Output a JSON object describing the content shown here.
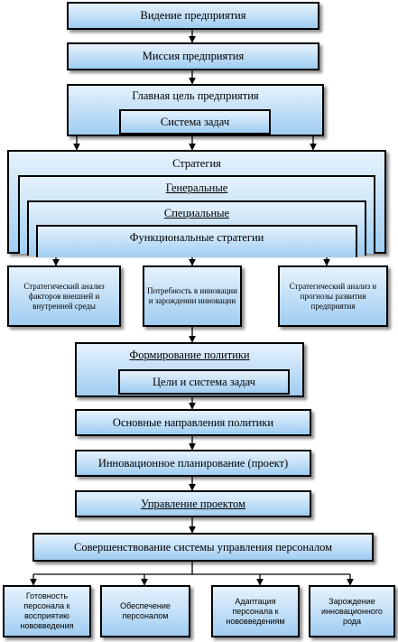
{
  "vision": "Видение предприятия",
  "mission": "Миссия предприятия",
  "main_goal": {
    "title": "Главная цель предприятия",
    "subsystem": "Система задач"
  },
  "strategy": {
    "title": "Стратегия",
    "general": "Генеральные",
    "special": "Специальные",
    "functional": "Функциональные стратегии"
  },
  "branches": [
    "Стратегический анализ факторов внешней и внутренней среды",
    "Потребность в инновации и зарождении инновации",
    "Стратегический анализ и прогнозы развития предприятия"
  ],
  "policy": {
    "title": "Формирование политики",
    "goals": "Цели и система задач"
  },
  "directions": "Основные направления политики",
  "planning": "Инновационное планирование (проект)",
  "project_management": "Управление проектом",
  "personnel_system": "Совершенствование системы управления персоналом",
  "outcomes": [
    "Готовность персонала к восприятию нововведения",
    "Обеспечение персоналом",
    "Адаптация персонала к нововведениям",
    "Зарождение инновационного рода"
  ]
}
